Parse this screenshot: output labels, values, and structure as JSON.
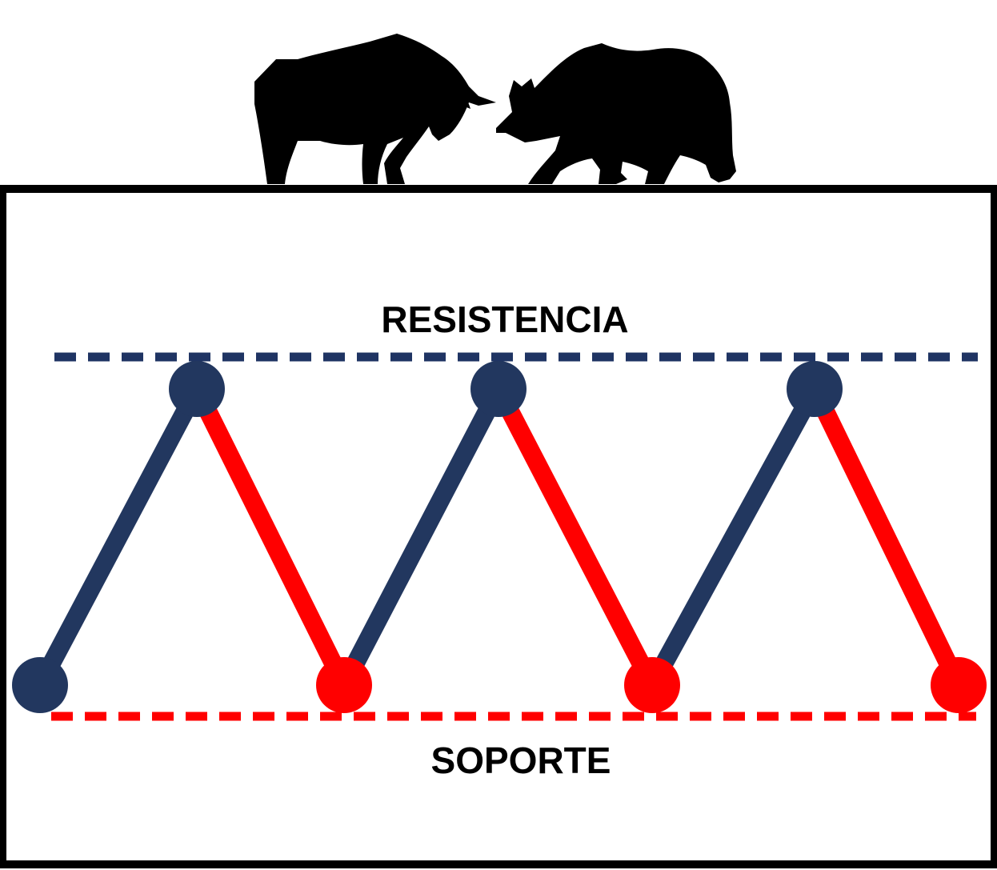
{
  "labels": {
    "resistance": "RESISTENCIA",
    "support": "SOPORTE"
  },
  "illustration": {
    "animals": [
      "bull-icon",
      "bear-icon"
    ],
    "meaning": {
      "bull-icon": "bullish",
      "bear-icon": "bearish"
    }
  },
  "pattern": {
    "points": [
      "low",
      "high",
      "low",
      "high",
      "low",
      "high",
      "low"
    ],
    "upswing_color": "#22375f",
    "downswing_color": "#ff0000"
  },
  "colors": {
    "resistance_line": "#1f3463",
    "support_line": "#ff0000",
    "frame": "#000000",
    "silhouette": "#000000"
  }
}
